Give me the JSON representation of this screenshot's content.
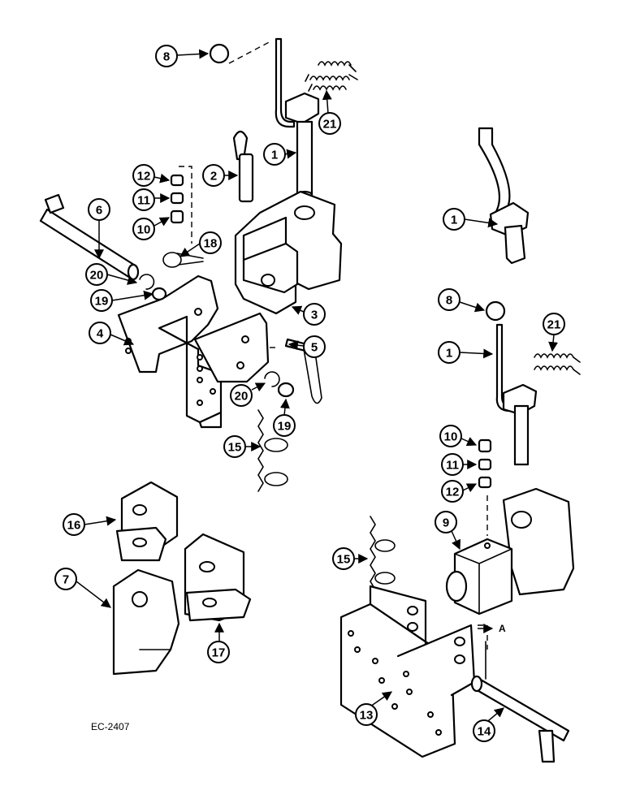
{
  "drawing": {
    "code": "EC-2407",
    "point_label": "A",
    "callouts": {
      "c8a": "8",
      "c21a": "21",
      "c1a": "1",
      "c2": "2",
      "c12a": "12",
      "c11a": "11",
      "c10a": "10",
      "c6": "6",
      "c18": "18",
      "c20a": "20",
      "c19a": "19",
      "c3": "3",
      "c4": "4",
      "c5": "5",
      "c20b": "20",
      "c19b": "19",
      "c15a": "15",
      "c16": "16",
      "c7": "7",
      "c17": "17",
      "c1b": "1",
      "c8b": "8",
      "c21b": "21",
      "c1c": "1",
      "c10b": "10",
      "c11b": "11",
      "c12b": "12",
      "c9": "9",
      "c15b": "15",
      "c13": "13",
      "c14": "14"
    }
  }
}
